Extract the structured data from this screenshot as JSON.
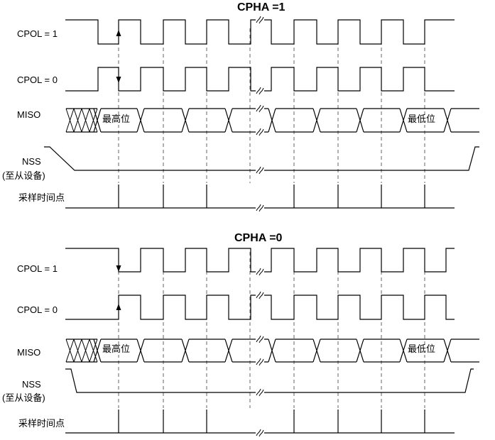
{
  "top": {
    "title": "CPHA =1",
    "labels": {
      "cpol1": "CPOL = 1",
      "cpol0": "CPOL = 0",
      "miso": "MISO",
      "nss": "NSS",
      "nss_sub": "(至从设备)",
      "sample": "采样时间点"
    },
    "miso_first": "最高位",
    "miso_last": "最低位"
  },
  "bottom": {
    "title": "CPHA =0",
    "labels": {
      "cpol1": "CPOL = 1",
      "cpol0": "CPOL = 0",
      "miso": "MISO",
      "nss": "NSS",
      "nss_sub": "(至从设备)",
      "sample": "采样时间点"
    },
    "miso_first": "最高位",
    "miso_last": "最低位"
  }
}
